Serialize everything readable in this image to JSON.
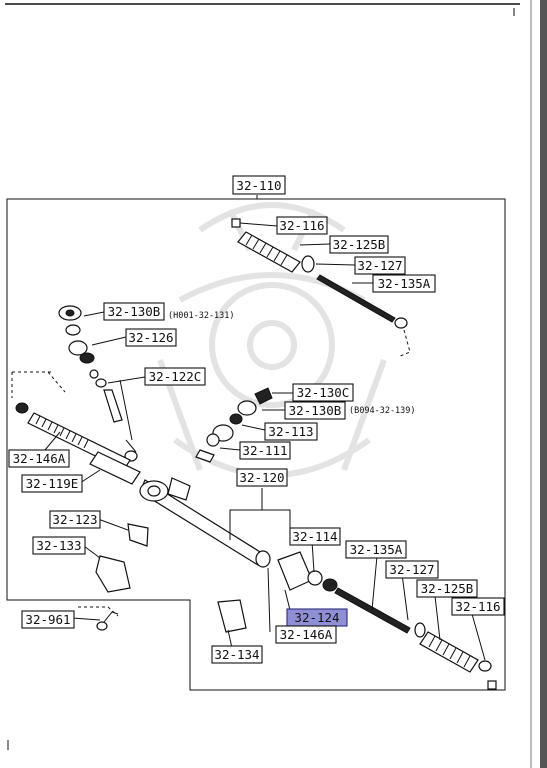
{
  "diagram": {
    "labels": [
      {
        "id": "assembly",
        "text": "32-110"
      },
      {
        "id": "top-116",
        "text": "32-116"
      },
      {
        "id": "top-125b",
        "text": "32-125B"
      },
      {
        "id": "top-127",
        "text": "32-127"
      },
      {
        "id": "top-135a",
        "text": "32-135A"
      },
      {
        "id": "left-130b",
        "text": "32-130B"
      },
      {
        "id": "left-126",
        "text": "32-126"
      },
      {
        "id": "left-122c",
        "text": "32-122C"
      },
      {
        "id": "mid-130c",
        "text": "32-130C"
      },
      {
        "id": "mid-130b",
        "text": "32-130B"
      },
      {
        "id": "mid-113",
        "text": "32-113"
      },
      {
        "id": "mid-111",
        "text": "32-111"
      },
      {
        "id": "left-146a",
        "text": "32-146A"
      },
      {
        "id": "left-119e",
        "text": "32-119E"
      },
      {
        "id": "mid-120",
        "text": "32-120"
      },
      {
        "id": "left-123",
        "text": "32-123"
      },
      {
        "id": "left-133",
        "text": "32-133"
      },
      {
        "id": "mid-114",
        "text": "32-114"
      },
      {
        "id": "bot-135a",
        "text": "32-135A"
      },
      {
        "id": "bot-127",
        "text": "32-127"
      },
      {
        "id": "bot-125b",
        "text": "32-125B"
      },
      {
        "id": "bot-116",
        "text": "32-116"
      },
      {
        "id": "mid-124",
        "text": "32-124"
      },
      {
        "id": "bot-961",
        "text": "32-961"
      },
      {
        "id": "bot-146a",
        "text": "32-146A"
      },
      {
        "id": "bot-134",
        "text": "32-134"
      }
    ],
    "notes": {
      "left_130b": "(H001-32-131)",
      "mid_130b": "(B094-32-139)"
    },
    "highlight_color": "#8f8fd6"
  }
}
